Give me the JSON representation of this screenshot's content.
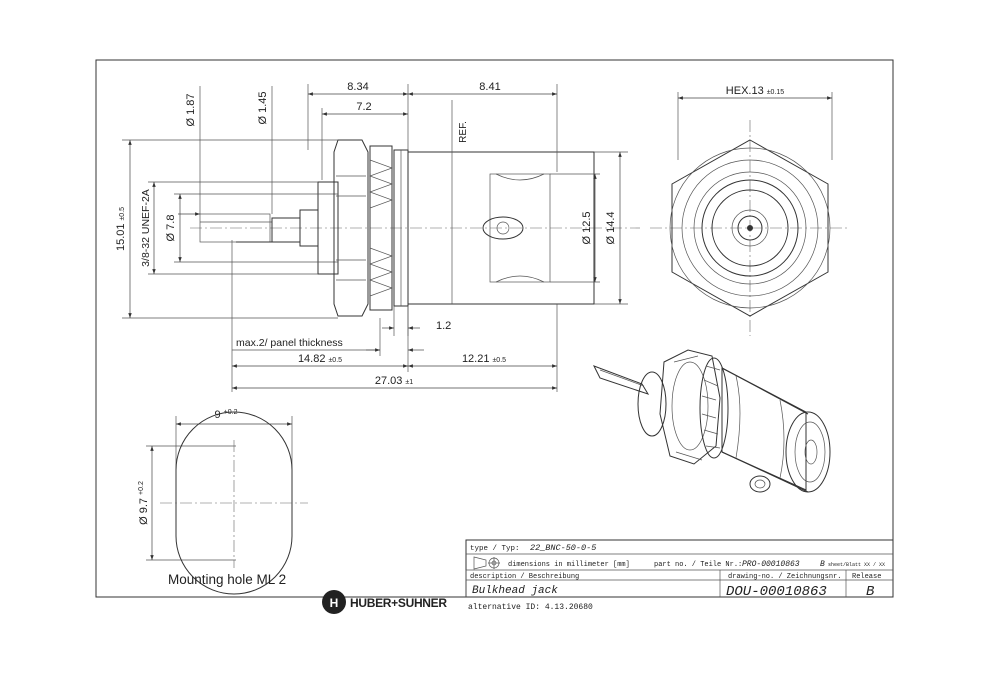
{
  "dimensions": {
    "d_834": "8.34",
    "d_72": "7.2",
    "d_841": "8.41",
    "d_187": "Ø 1.87",
    "d_145": "Ø 1.45",
    "ref": "REF.",
    "d_1501": "15.01",
    "d_1501_tol": "±0.5",
    "thread": "3/8-32 UNEF-2A",
    "d_78": "Ø 7.8",
    "d_125": "Ø 12.5",
    "d_144": "Ø 14.4",
    "d_12": "1.2",
    "panel": "max.2/ panel thickness",
    "d_1482": "14.82",
    "d_1482_tol": "±0.5",
    "d_1221": "12.21",
    "d_1221_tol": "±0.5",
    "d_2703": "27.03",
    "d_2703_tol": "±1",
    "hex": "HEX.13",
    "hex_tol": "±0.15"
  },
  "mounting_hole": {
    "width": "9",
    "width_tol": "+0.2",
    "dia": "Ø 9.7",
    "dia_tol": "+0.2",
    "caption": "Mounting hole ML 2"
  },
  "title_block": {
    "type_label": "type / Typ:",
    "type_value": "22_BNC-50-0-5",
    "units": "dimensions in millimeter [mm]",
    "part_label": "part no. / Teile Nr.:",
    "part_value": "PRO-00010863",
    "sheet_rev": "B",
    "sheet_text": "sheet/Blatt XX / XX",
    "desc_label": "description / Beschreibung",
    "desc_value": "Bulkhead jack",
    "drawing_label": "drawing-no. / Zeichnungsnr.",
    "drawing_value": "DOU-00010863",
    "release_label": "Release",
    "release_value": "B",
    "alt_id": "alternative ID: 4.13.20680"
  },
  "logo": {
    "name": "HUBER+SUHNER"
  }
}
